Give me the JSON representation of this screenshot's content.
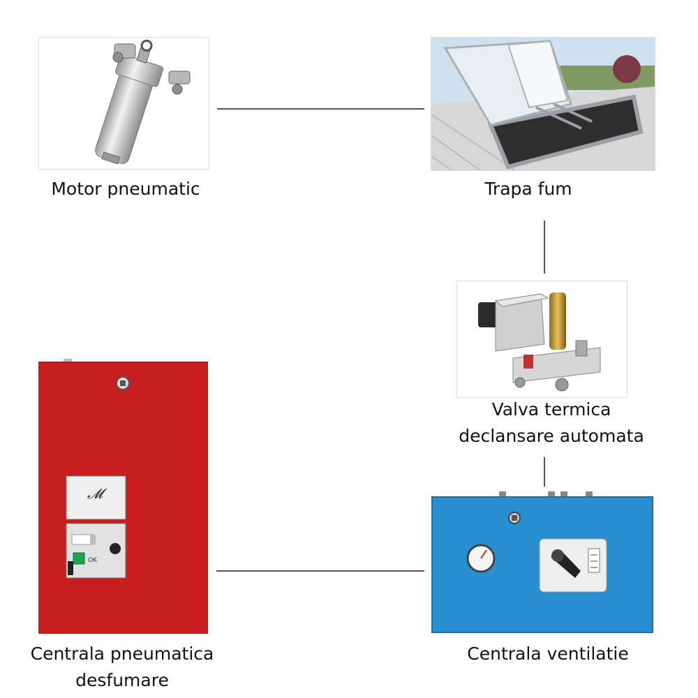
{
  "nodes": {
    "motor": {
      "label": "Motor pneumatic"
    },
    "hatch": {
      "label": "Trapa fum"
    },
    "valve": {
      "label_line1": "Valva termica",
      "label_line2": "declansare automata"
    },
    "control_smoke": {
      "label_line1": "Centrala pneumatica",
      "label_line2": "desfumare",
      "badge_text": "OK"
    },
    "control_vent": {
      "label": "Centrala ventilatie"
    }
  },
  "colors": {
    "red_panel": "#c71f1f",
    "blue_panel": "#2a8fd0",
    "connector": "#555555"
  }
}
